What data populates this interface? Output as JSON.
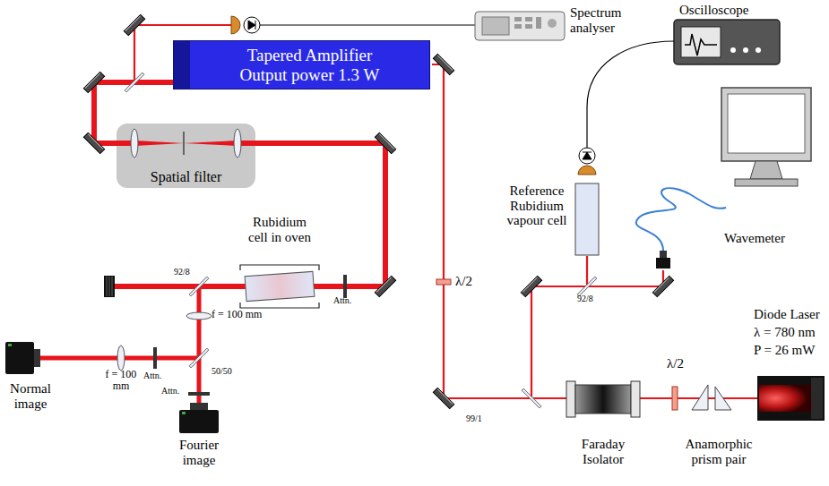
{
  "diagram": {
    "nodes": [
      {
        "text": [
          "Tapered Amplifier",
          "Output power 1.3 W"
        ]
      },
      {
        "text": [
          "Spatial filter"
        ]
      }
    ],
    "labels": [
      "Spectrum analyser",
      "Oscilloscope",
      "Rubidium cell in oven",
      "Reference Rubidium vapour cell",
      "Wavemeter",
      "Diode Laser",
      "λ = 780 nm",
      "P = 26 mW",
      "92/8",
      "Attn.",
      "λ/2",
      "92/8",
      "f = 100 mm",
      "50/50",
      "Attn.",
      "f = 100 mm",
      "Attn.",
      "λ/2",
      "Normal image",
      "99/1",
      "Faraday Isolator",
      "Anamorphic prism pair",
      "Fourier image"
    ]
  }
}
